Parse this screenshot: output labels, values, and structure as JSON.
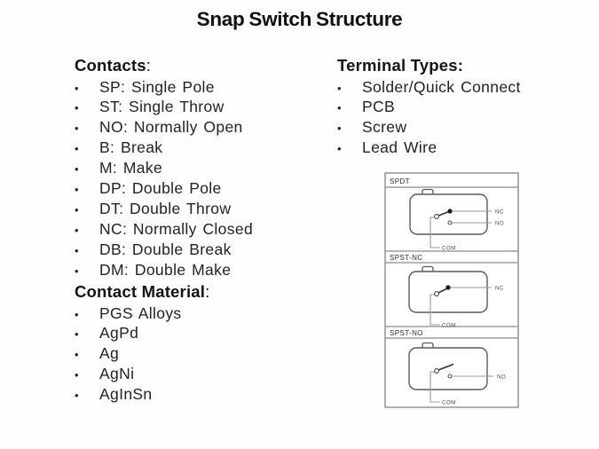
{
  "title": "Snap Switch Structure",
  "bullet": "•",
  "sections": {
    "contacts": {
      "heading": "Contacts",
      "colon": ":",
      "items": [
        "SP: Single Pole",
        "ST: Single Throw",
        "NO: Normally Open",
        "B: Break",
        "M: Make",
        "DP: Double Pole",
        "DT: Double Throw",
        "NC: Normally Closed",
        "DB: Double Break",
        "DM: Double Make"
      ]
    },
    "contact_material": {
      "heading": "Contact Material",
      "colon": ":",
      "items": [
        "PGS Alloys",
        "AgPd",
        "Ag",
        "AgNi",
        "AgInSn"
      ]
    },
    "terminal_types": {
      "heading": "Terminal Types:",
      "items": [
        "Solder/Quick Connect",
        "PCB",
        "Screw",
        "Lead Wire"
      ]
    }
  },
  "diagram": {
    "panels": [
      {
        "label": "SPDT",
        "nc": "NC",
        "no": "NO",
        "com": "COM"
      },
      {
        "label": "SPST-NC",
        "nc": "NC",
        "com": "COM"
      },
      {
        "label": "SPST-NO",
        "no": "NO",
        "com": "COM"
      }
    ]
  },
  "colors": {
    "background": "#ffffff",
    "text": "#1c1c1c",
    "frame_stroke": "#8c8c8c",
    "body_stroke": "#5a5a5a",
    "wire_stroke": "#999999"
  }
}
